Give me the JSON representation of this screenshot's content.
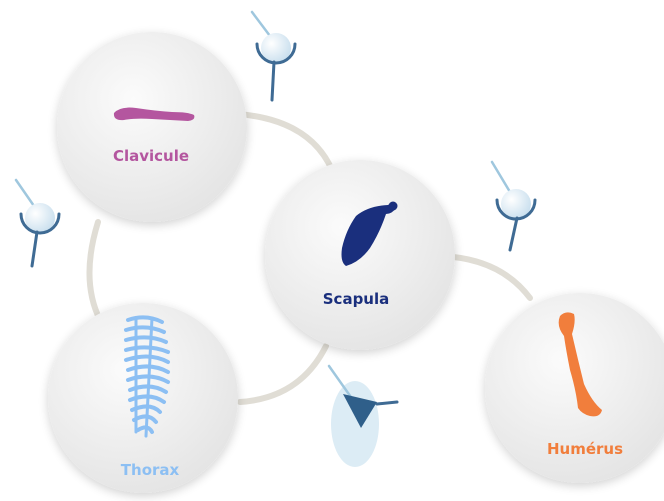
{
  "nodes": {
    "clavicule": {
      "label": "Clavicule",
      "color": "#b4569f"
    },
    "scapula": {
      "label": "Scapula",
      "color": "#1a2f7d"
    },
    "thorax": {
      "label": "Thorax",
      "color": "#8cbff3"
    },
    "humerus": {
      "label": "Humérus",
      "color": "#f17e3c"
    }
  },
  "colors": {
    "node_fill_light": "#f7f7f7",
    "node_fill_dark": "#e4e4e4",
    "connector": "#e0ddd5",
    "joint_ring": "#3f6b94",
    "joint_glass": "#dcecf5",
    "joint_active": "#2f5f8a"
  },
  "joints": [
    {
      "name": "sternoclavicular-joint",
      "state": "inactive"
    },
    {
      "name": "acromioclavicular-joint",
      "state": "inactive"
    },
    {
      "name": "glenohumeral-joint",
      "state": "inactive"
    },
    {
      "name": "scapulothoracic-joint",
      "state": "active"
    }
  ]
}
